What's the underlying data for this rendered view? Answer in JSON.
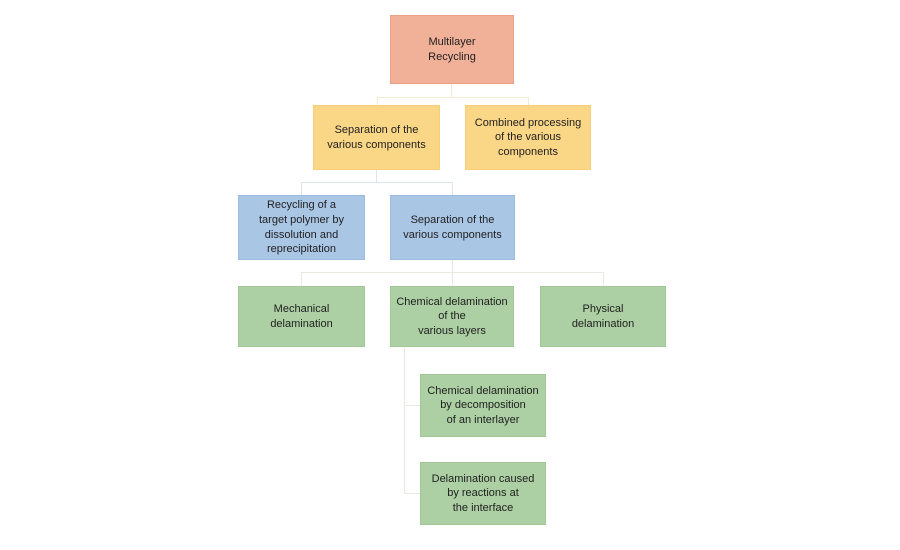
{
  "diagram": {
    "title": "Multilayer Recycling hierarchy flowchart",
    "type": "org-chart",
    "colors": {
      "level1_fill": "#f1b098",
      "level2_fill": "#fad687",
      "level3_fill": "#aac6e5",
      "level4_fill": "#accfa3",
      "connector_to_yellow": "#f5ebd5",
      "connector_to_blue": "#dde4ee",
      "connector_to_green": "#e5ecdf",
      "text": "#1f1f1f",
      "background": "#ffffff"
    },
    "nodes": [
      {
        "id": "multilayer-recycling",
        "level": 1,
        "label": "Multilayer\nRecycling"
      },
      {
        "id": "separation-components-1",
        "level": 2,
        "label": "Separation of the\nvarious components"
      },
      {
        "id": "combined-processing",
        "level": 2,
        "label": "Combined processing\nof the various\ncomponents"
      },
      {
        "id": "recycling-target-polymer",
        "level": 3,
        "label": "Recycling of a\ntarget polymer by\ndissolution and\nreprecipitation"
      },
      {
        "id": "separation-components-2",
        "level": 3,
        "label": "Separation of the\nvarious components"
      },
      {
        "id": "mechanical-delamination",
        "level": 4,
        "label": "Mechanical\ndelamination"
      },
      {
        "id": "chemical-delamination-layers",
        "level": 4,
        "label": "Chemical delamination\nof the\nvarious layers"
      },
      {
        "id": "physical-delamination",
        "level": 4,
        "label": "Physical\ndelamination"
      },
      {
        "id": "chemical-delamination-interlayer",
        "level": 5,
        "label": "Chemical delamination\nby decomposition\nof an interlayer"
      },
      {
        "id": "delamination-reactions-interface",
        "level": 5,
        "label": "Delamination caused\nby reactions at\nthe interface"
      }
    ],
    "edges": [
      {
        "from": "multilayer-recycling",
        "to": "separation-components-1"
      },
      {
        "from": "multilayer-recycling",
        "to": "combined-processing"
      },
      {
        "from": "separation-components-1",
        "to": "recycling-target-polymer"
      },
      {
        "from": "separation-components-1",
        "to": "separation-components-2"
      },
      {
        "from": "separation-components-2",
        "to": "mechanical-delamination"
      },
      {
        "from": "separation-components-2",
        "to": "chemical-delamination-layers"
      },
      {
        "from": "separation-components-2",
        "to": "physical-delamination"
      },
      {
        "from": "chemical-delamination-layers",
        "to": "chemical-delamination-interlayer"
      },
      {
        "from": "chemical-delamination-layers",
        "to": "delamination-reactions-interface"
      }
    ]
  }
}
